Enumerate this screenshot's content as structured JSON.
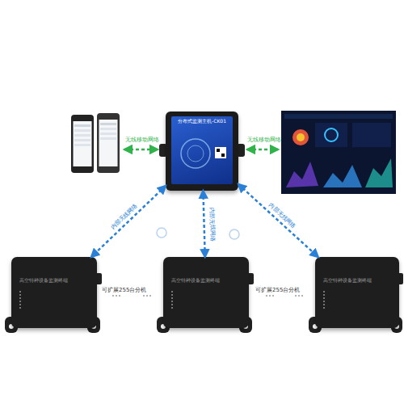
{
  "diagram": {
    "nodes": [
      {
        "text": [
          "分布式监测主机-CK01"
        ]
      },
      {
        "text": [
          "高空特种设备监测终端"
        ]
      },
      {
        "text": [
          "高空特种设备监测终端"
        ]
      },
      {
        "text": [
          "高空特种设备监测终端"
        ]
      }
    ],
    "edges": [
      {
        "from": 0,
        "to": 1,
        "label": "内部无线网络",
        "arrow": "both"
      },
      {
        "from": 0,
        "to": 2,
        "label": "内部无线网络",
        "arrow": "both"
      },
      {
        "from": 0,
        "to": 3,
        "label": "内部无线网络",
        "arrow": "both"
      }
    ],
    "labels": [
      "无线移动网络",
      "无线移动网络",
      "可扩展255台分机",
      "可扩展255台分机"
    ]
  }
}
